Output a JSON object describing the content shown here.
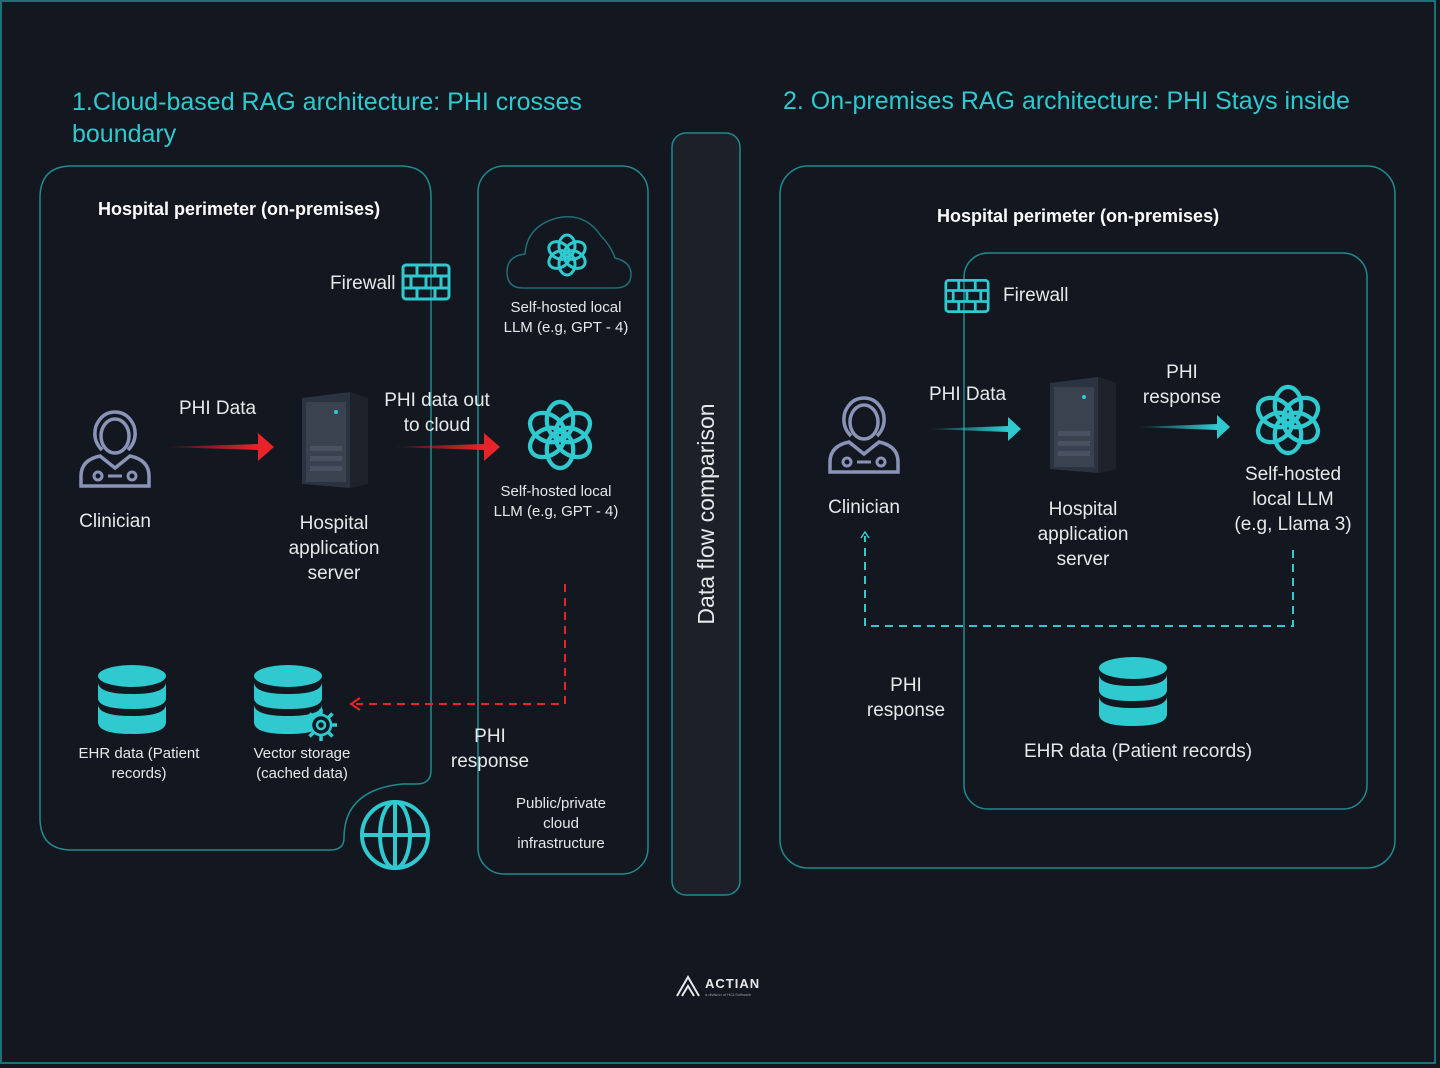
{
  "left": {
    "title_line1": "1.Cloud-based RAG  architecture: PHI crosses",
    "title_line2": "boundary",
    "perimeter_heading": "Hospital perimeter (on-premises)",
    "firewall": "Firewall",
    "phi_data": "PHI Data",
    "phi_data_out_line1": "PHI data out",
    "phi_data_out_line2": "to cloud",
    "clinician": "Clinician",
    "server_line1": "Hospital",
    "server_line2": "application",
    "server_line3": "server",
    "cloud_llm_line1": "Self-hosted local",
    "cloud_llm_line2": "LLM (e.g, GPT - 4)",
    "llm_line1": "Self-hosted local",
    "llm_line2": "LLM (e.g, GPT - 4)",
    "ehr_line1": "EHR data (Patient",
    "ehr_line2": "records)",
    "vector_line1": "Vector storage",
    "vector_line2": "(cached data)",
    "phi_response_line1": "PHI",
    "phi_response_line2": "response",
    "cloud_infra_line1": "Public/private",
    "cloud_infra_line2": "cloud",
    "cloud_infra_line3": "infrastructure"
  },
  "middle": {
    "comparison_label": "Data flow comparison"
  },
  "right": {
    "title": "2. On-premises RAG architecture: PHI Stays inside",
    "perimeter_heading": "Hospital perimeter (on-premises)",
    "firewall": "Firewall",
    "phi_data": "PHI Data",
    "phi_response_top_line1": "PHI",
    "phi_response_top_line2": "response",
    "clinician": "Clinician",
    "server_line1": "Hospital",
    "server_line2": "application",
    "server_line3": "server",
    "llm_line1": "Self-hosted",
    "llm_line2": "local LLM",
    "llm_line3": "(e.g, Llama 3)",
    "phi_response_line1": "PHI",
    "phi_response_line2": "response",
    "ehr": "EHR data (Patient records)"
  },
  "footer": {
    "logo": "ACTIAN",
    "logo_sub": "a division of HCLSoftware"
  },
  "colors": {
    "background": "#13171f",
    "accent": "#2fc9d0",
    "border": "#1f8a90",
    "danger": "#e8242a",
    "icon_gray": "#8a93b8"
  }
}
